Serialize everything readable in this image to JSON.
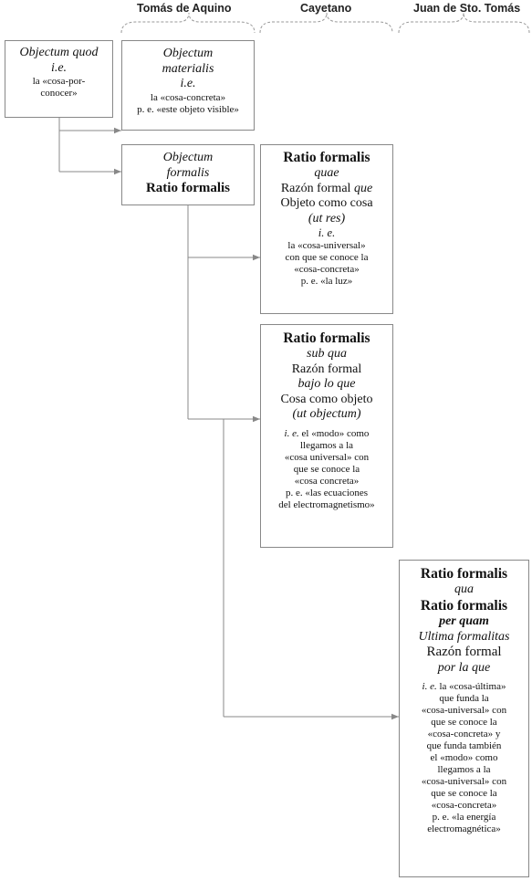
{
  "headers": [
    "Tomás de Aquino",
    "Cayetano",
    "Juan de Sto. Tomás"
  ],
  "box_quod": {
    "title": "Objectum quod",
    "ie": "i.e.",
    "line1": "la «cosa-por-",
    "line2": "conocer»"
  },
  "box_materialis": {
    "title1": "Objectum",
    "title2": "materialis",
    "ie": "i.e.",
    "line1": "la «cosa-concreta»",
    "line2": "p. e. «este objeto visible»"
  },
  "box_formalis": {
    "title1": "Objectum",
    "title2": "formalis",
    "title3": "Ratio formalis"
  },
  "box_quae": {
    "title": "Ratio formalis",
    "sub": "quae",
    "rf": "Razón formal",
    "rf_que": "que",
    "oc": "Objeto como cosa",
    "utres": "(ut res)",
    "ie": "i. e.",
    "l1": "la «cosa-universal»",
    "l2": "con que se conoce la",
    "l3": "«cosa-concreta»",
    "l4": "p. e. «la luz»"
  },
  "box_subqua": {
    "title": "Ratio formalis",
    "sub": "sub qua",
    "rf": "Razón formal",
    "bajo": "bajo lo que",
    "co": "Cosa como objeto",
    "utobj": "(ut objectum)",
    "ie": "i. e.",
    "l1": "el «modo» como",
    "l2": "llegamos a la",
    "l3": "«cosa universal» con",
    "l4": "que se conoce la",
    "l5": "«cosa concreta»",
    "l6": "p. e. «las ecuaciones",
    "l7": "del electromagnetismo»"
  },
  "box_quam": {
    "title": "Ratio formalis",
    "qua": "qua",
    "title2": "Ratio formalis",
    "perquam": "per quam",
    "ultima": "Ultima formalitas",
    "rf": "Razón formal",
    "porlaque": "por la que",
    "ie": "i. e.",
    "l1": "la «cosa-última»",
    "l2": "que funda la",
    "l3": "«cosa-universal» con",
    "l4": "que se conoce la",
    "l5": "«cosa-concreta» y",
    "l6": "que funda también",
    "l7": "el «modo» como",
    "l8": "llegamos a la",
    "l9": "«cosa-universal» con",
    "l10": "que se conoce la",
    "l11": "«cosa-concreta»",
    "l12": "p. e. «la energía",
    "l13": "electromagnética»"
  }
}
